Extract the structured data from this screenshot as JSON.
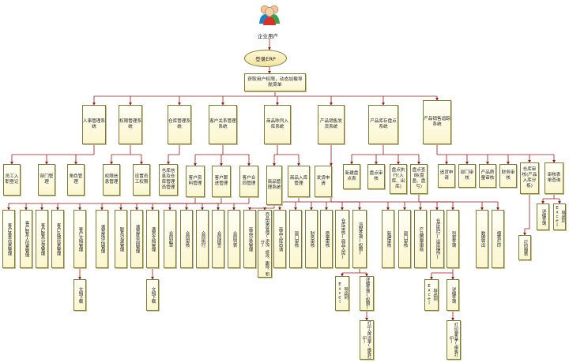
{
  "diagram": {
    "root_label": "企业用户",
    "login_label": "登录ERP",
    "auth_label": "获取用户权限，动态加载导航菜单",
    "modules": [
      "人事管理系统",
      "权限管理系统",
      "仓库管理系统",
      "客户关系管理系统",
      "商品陈列入库系统",
      "产品销售发货系统",
      "产品库存盘点系统",
      "产品销售追踪系统"
    ],
    "level3": [
      "员工入职登记",
      "部门管理",
      "角色管理",
      "权限信息管理",
      "设置员工权限",
      "仓库信息及仓库管理员管理",
      "客户资料管理",
      "客户跟进管理",
      "客户合同管理",
      "商品管理系统",
      "商品入库管理",
      "发货申请",
      "新建盘点表",
      "盘点审核",
      "盘点执行(入库、出库)",
      "盘点查询(盘盈、盘亏)",
      "追货申请",
      "部门审核",
      "产品质量审核",
      "财务审核",
      "仓库审核(产品入库分拣)",
      "审核表单查询"
    ],
    "level4": [
      "客户基本信息管理",
      "客户联系人信息管理",
      "客户联系记录管理",
      "客户反馈信息管理",
      "客户文档管理",
      "满意度评估管理",
      "联系记录管理",
      "满意度合同管理",
      "满意文档管理",
      "合同起草",
      "合同审核",
      "合同执行",
      "合同续签",
      "合同列表",
      "商品分类管理",
      "商品因类管理(添加、修改、删除、积分)",
      "商品入库申请",
      "部门审核",
      "财务审核",
      "质量审核",
      "仓库审核(商品入库)",
      "流程查询(权限)",
      "新建审核",
      "部门审核",
      "产品质量审核",
      "仓库执行(出库操作)",
      "列表查询",
      "数据导出",
      "报表打印",
      "详细查询",
      "导出到Excel",
      "打印报表"
    ],
    "level5": [
      "文档下载",
      "文档下载",
      "导出到Excel",
      "详细查询(权限)",
      "导出到Excel",
      "详细查询"
    ],
    "level6": [
      "打印入库清单(模板打印)",
      "打印销售单(模板打印)"
    ]
  }
}
